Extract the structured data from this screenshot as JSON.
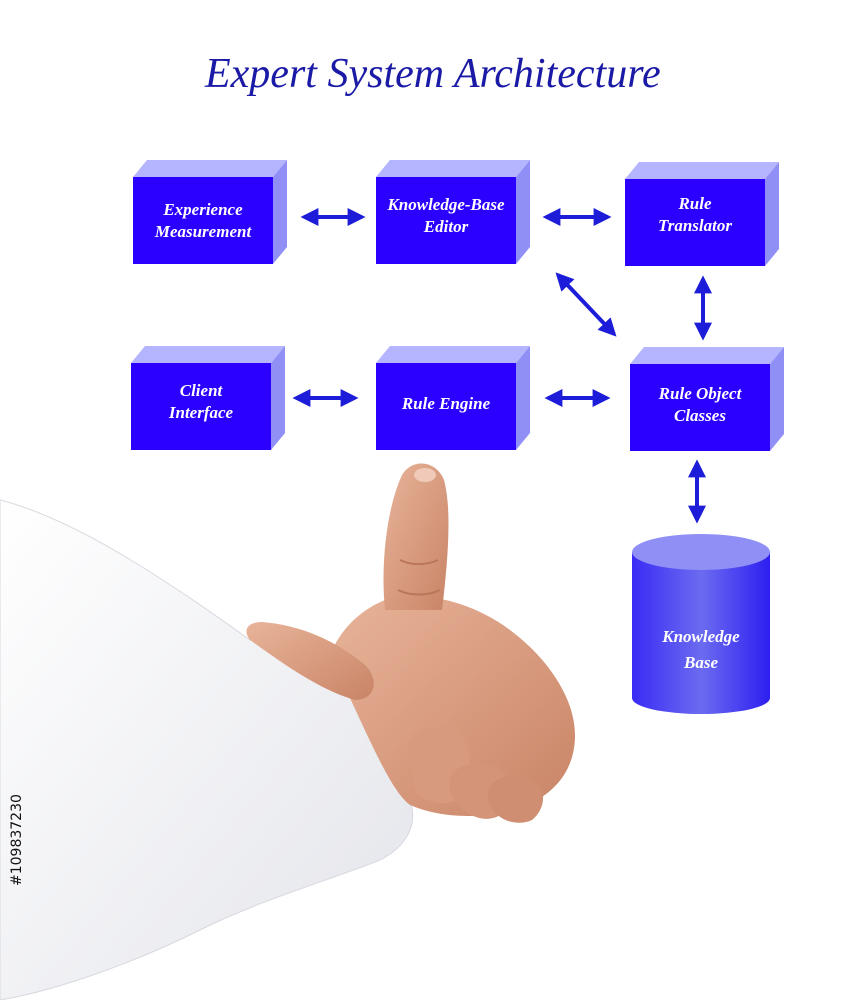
{
  "title": "Expert System Architecture",
  "colors": {
    "box_front": "#2b00ff",
    "box_side": "#8f8ff5",
    "box_top": "#b5b5ff",
    "arrow": "#1c1cd9",
    "title": "#1a1aa6"
  },
  "nodes": {
    "experience_measurement": "Experience\nMeasurement",
    "knowledge_base_editor": "Knowledge-Base\nEditor",
    "rule_translator": "Rule\nTranslator",
    "client_interface": "Client\nInterface",
    "rule_engine": "Rule Engine",
    "rule_object_classes": "Rule Object\nClasses",
    "knowledge_base": "Knowledge\nBase"
  },
  "edges": [
    {
      "from": "experience_measurement",
      "to": "knowledge_base_editor",
      "bidirectional": true
    },
    {
      "from": "knowledge_base_editor",
      "to": "rule_translator",
      "bidirectional": true
    },
    {
      "from": "knowledge_base_editor",
      "to": "rule_object_classes",
      "bidirectional": true
    },
    {
      "from": "rule_translator",
      "to": "rule_object_classes",
      "bidirectional": true
    },
    {
      "from": "client_interface",
      "to": "rule_engine",
      "bidirectional": true
    },
    {
      "from": "rule_engine",
      "to": "rule_object_classes",
      "bidirectional": true
    },
    {
      "from": "rule_object_classes",
      "to": "knowledge_base",
      "bidirectional": true
    }
  ],
  "stock_id": "#109837230"
}
